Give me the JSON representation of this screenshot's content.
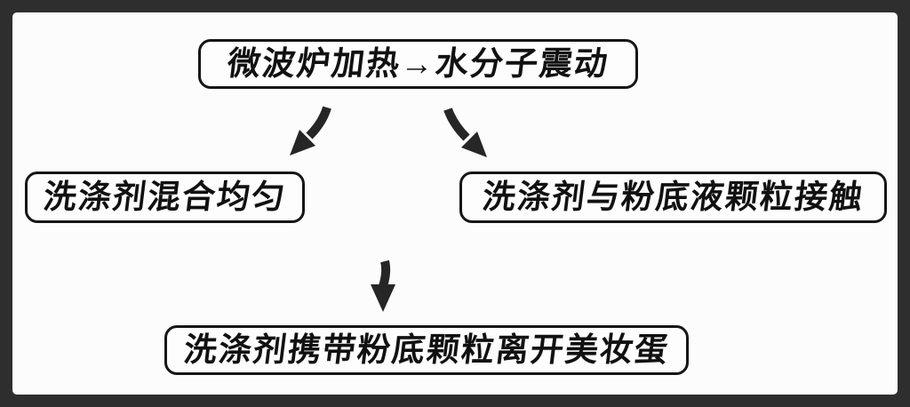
{
  "colors": {
    "frame_border": "#2e2e2e",
    "canvas_background": "#fcfcfc",
    "ink": "#161616"
  },
  "nodes": {
    "top": {
      "label": "微波炉加热→水分子震动"
    },
    "left": {
      "label": "洗涤剂混合均匀"
    },
    "right": {
      "label": "洗涤剂与粉底液颗粒接触"
    },
    "bottom": {
      "label": "洗涤剂携带粉底颗粒离开美妆蛋"
    }
  },
  "arrows": [
    {
      "icon": "arrow-down-left-icon",
      "from": "top",
      "to": "left"
    },
    {
      "icon": "arrow-down-right-icon",
      "from": "top",
      "to": "right"
    },
    {
      "icon": "arrow-down-icon",
      "from": "right",
      "to": "bottom"
    }
  ]
}
